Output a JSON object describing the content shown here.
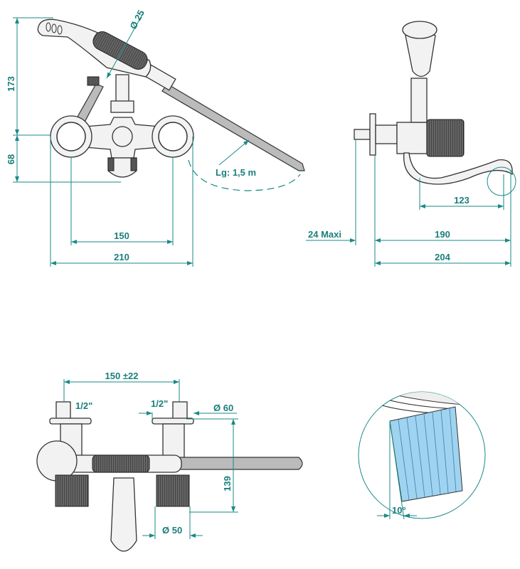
{
  "drawing": {
    "front_view": {
      "dim_height_upper": "173",
      "dim_height_lower": "68",
      "dim_inner_width": "150",
      "dim_outer_width": "210",
      "dim_handle_diameter": "Ø 25",
      "hose_length": "Lg: 1,5 m"
    },
    "side_view": {
      "dim_wall_max": "24  Maxi",
      "dim_spout": "123",
      "dim_depth": "190",
      "dim_total_depth": "204"
    },
    "top_view": {
      "dim_center_distance": "150 ±22",
      "thread_left": "1/2\"",
      "thread_right": "1/2\"",
      "dim_flange_diameter": "Ø  60",
      "dim_height": "139",
      "dim_handle_diameter": "Ø  50"
    },
    "detail_view": {
      "angle": "10°"
    },
    "colors": {
      "dimension": "#1a8a86",
      "detail_fill": "#9fd3ef"
    }
  }
}
